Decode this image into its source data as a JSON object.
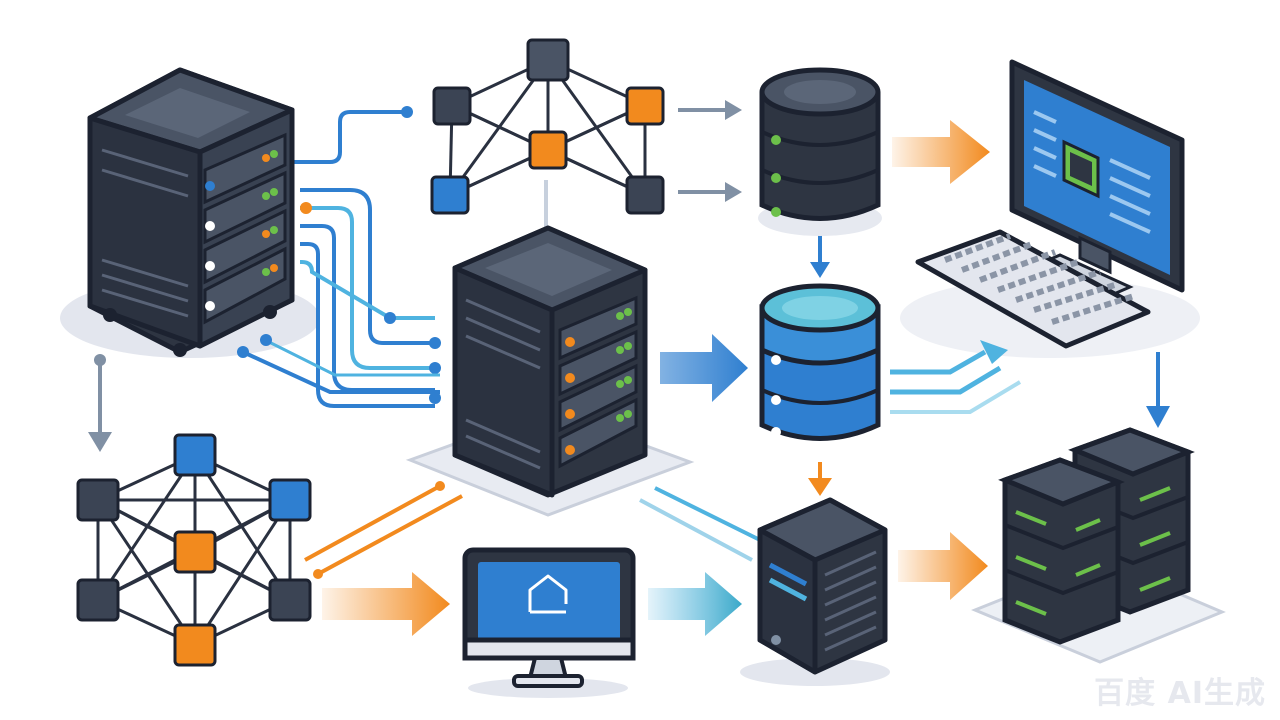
{
  "diagram": {
    "nodes": [
      {
        "id": "server-rack-left",
        "kind": "server-rack"
      },
      {
        "id": "network-top",
        "kind": "network-graph"
      },
      {
        "id": "database-top",
        "kind": "database"
      },
      {
        "id": "workstation",
        "kind": "desktop-computer"
      },
      {
        "id": "server-center",
        "kind": "server-rack"
      },
      {
        "id": "database-middle",
        "kind": "database"
      },
      {
        "id": "network-bottom-left",
        "kind": "network-graph"
      },
      {
        "id": "monitor-bottom",
        "kind": "monitor"
      },
      {
        "id": "server-tower",
        "kind": "server-tower"
      },
      {
        "id": "server-cluster",
        "kind": "server-cluster"
      }
    ],
    "links": [
      {
        "from": "server-rack-left",
        "to": "network-top"
      },
      {
        "from": "server-rack-left",
        "to": "server-center"
      },
      {
        "from": "server-rack-left",
        "to": "network-bottom-left"
      },
      {
        "from": "network-top",
        "to": "database-top"
      },
      {
        "from": "database-top",
        "to": "workstation"
      },
      {
        "from": "database-top",
        "to": "database-middle"
      },
      {
        "from": "server-center",
        "to": "database-middle"
      },
      {
        "from": "database-middle",
        "to": "workstation"
      },
      {
        "from": "database-middle",
        "to": "server-tower"
      },
      {
        "from": "workstation",
        "to": "server-cluster"
      },
      {
        "from": "server-center",
        "to": "network-bottom-left"
      },
      {
        "from": "server-center",
        "to": "server-tower"
      },
      {
        "from": "network-bottom-left",
        "to": "monitor-bottom"
      },
      {
        "from": "monitor-bottom",
        "to": "server-tower"
      },
      {
        "from": "server-tower",
        "to": "server-cluster"
      }
    ]
  },
  "colors": {
    "dark": "#2e3542",
    "outline": "#1c2230",
    "blue": "#2f7fd0",
    "light_blue": "#4fb3e0",
    "orange": "#f28a1e",
    "green": "#6cc04a",
    "gray": "#8090a4",
    "platform": "#e3e6ee"
  },
  "watermark": "百度 AI生成"
}
